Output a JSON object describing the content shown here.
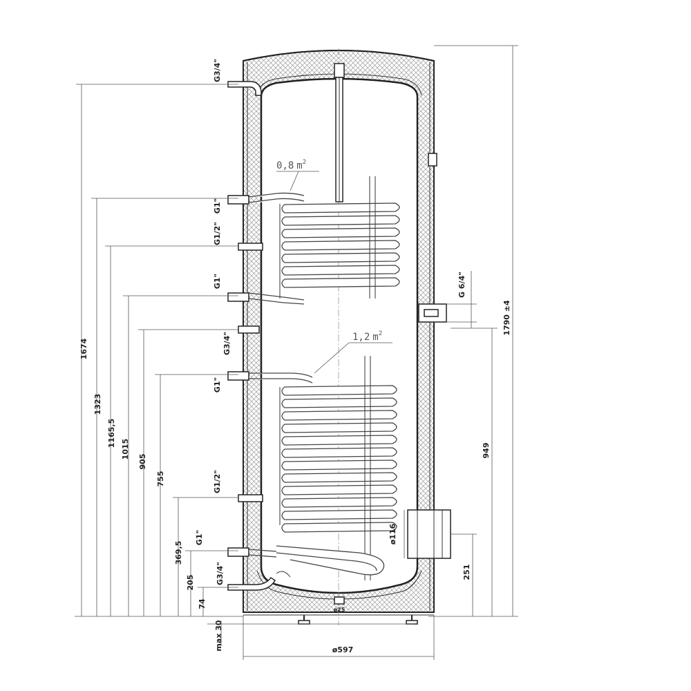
{
  "heights": [
    "1674",
    "1323",
    "1165,5",
    "1015",
    "905",
    "755",
    "369,5",
    "205",
    "74"
  ],
  "max": "max 30",
  "connections": [
    "G3/4\"",
    "G1\"",
    "G1/2\"",
    "G1\"",
    "G3/4\"",
    "G1\"",
    "G1/2\"",
    "G1\"",
    "G3/4\""
  ],
  "right": {
    "total": "1790 ±4",
    "anode": "G 6/4\"",
    "h949": "949",
    "h251": "251",
    "flange": "ø116"
  },
  "width": "ø597",
  "coils": {
    "upper": "0,8",
    "lower": "1,2",
    "unit": "m",
    "exp": "2"
  },
  "bottom": "ø25"
}
